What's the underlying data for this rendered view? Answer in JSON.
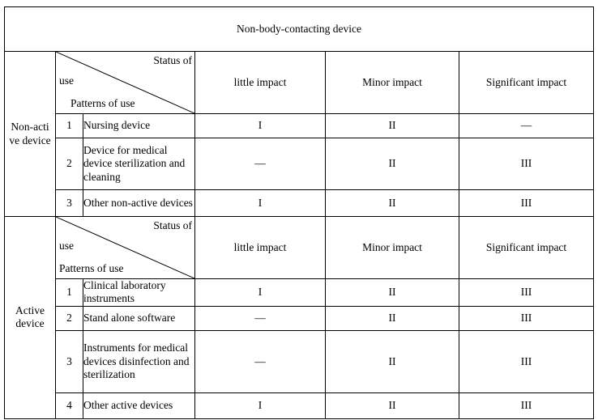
{
  "table": {
    "title": "Non-body-contacting device",
    "diagonal_header": {
      "top_right": "Status of",
      "middle_left": "use",
      "bottom_left": "Patterns of use"
    },
    "impact_columns": [
      "little impact",
      "Minor impact",
      "Significant impact"
    ],
    "groups": [
      {
        "name": "Non-acti ve device",
        "rows": [
          {
            "no": "1",
            "description": "Nursing device",
            "little_impact": "I",
            "minor_impact": "II",
            "significant_impact": "—"
          },
          {
            "no": "2",
            "description": "Device for medical device sterilization and cleaning",
            "little_impact": "—",
            "minor_impact": "II",
            "significant_impact": "III"
          },
          {
            "no": "3",
            "description": "Other non-active devices",
            "little_impact": "I",
            "minor_impact": "II",
            "significant_impact": "III"
          }
        ]
      },
      {
        "name": "Active device",
        "rows": [
          {
            "no": "1",
            "description": "Clinical laboratory instruments",
            "little_impact": "I",
            "minor_impact": "II",
            "significant_impact": "III"
          },
          {
            "no": "2",
            "description": "Stand alone software",
            "little_impact": "—",
            "minor_impact": "II",
            "significant_impact": "III"
          },
          {
            "no": "3",
            "description": "Instruments for medical devices disinfection and sterilization",
            "little_impact": "—",
            "minor_impact": "II",
            "significant_impact": "III"
          },
          {
            "no": "4",
            "description": "Other active devices",
            "little_impact": "I",
            "minor_impact": "II",
            "significant_impact": "III"
          }
        ]
      }
    ]
  },
  "colors": {
    "border": "#000000",
    "text": "#000000",
    "background": "#ffffff"
  }
}
